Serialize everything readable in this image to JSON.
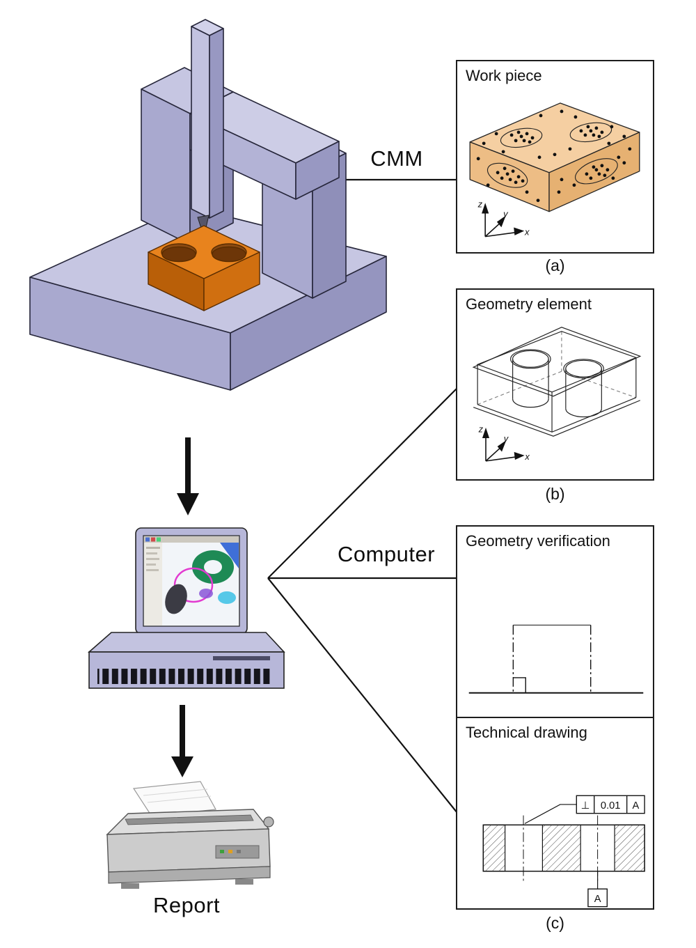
{
  "labels": {
    "cmm": "CMM",
    "computer": "Computer",
    "report": "Report"
  },
  "panels": {
    "workpiece": {
      "title": "Work piece",
      "caption": "(a)"
    },
    "geometry_element": {
      "title": "Geometry element",
      "caption": "(b)"
    },
    "geometry_verification": {
      "title": "Geometry verification"
    },
    "technical_drawing": {
      "title": "Technical drawing",
      "caption": "(c)"
    }
  },
  "axes": {
    "x": "x",
    "y": "y",
    "z": "z"
  },
  "annotations": {
    "fcf": {
      "symbol": "⊥",
      "tolerance": "0.01",
      "datum": "A"
    },
    "datum_label": "A"
  },
  "colors": {
    "machine_body": "#b7b7d9",
    "workpiece": "#e8831d",
    "workpiece_panel": "#f3c897",
    "line": "#111111"
  }
}
